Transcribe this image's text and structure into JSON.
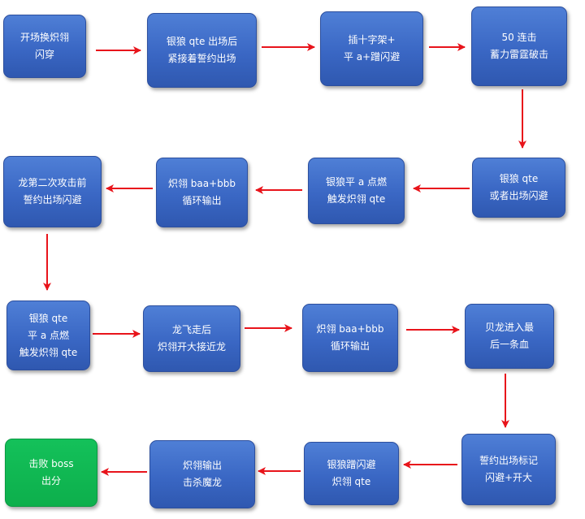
{
  "colors": {
    "node_blue": "#3a67c4",
    "node_green": "#0db14e",
    "arrow": "#e8141b"
  },
  "nodes": [
    {
      "id": "n1",
      "lines": [
        "开场换炽翎",
        "闪穿"
      ]
    },
    {
      "id": "n2",
      "lines": [
        "银狼 qte 出场后",
        "紧接着誓约出场"
      ]
    },
    {
      "id": "n3",
      "lines": [
        "插十字架+",
        "平 a+蹭闪避"
      ]
    },
    {
      "id": "n4",
      "lines": [
        "50 连击",
        "蓄力雷霆破击"
      ]
    },
    {
      "id": "n5",
      "lines": [
        "银狼 qte",
        "或者出场闪避"
      ]
    },
    {
      "id": "n6",
      "lines": [
        "银狼平 a 点燃",
        "触发炽翎 qte"
      ]
    },
    {
      "id": "n7",
      "lines": [
        "炽翎 baa+bbb",
        "循环输出"
      ]
    },
    {
      "id": "n8",
      "lines": [
        "龙第二次攻击前",
        "誓约出场闪避"
      ]
    },
    {
      "id": "n9",
      "lines": [
        "银狼 qte",
        "平 a 点燃",
        "触发炽翎 qte"
      ]
    },
    {
      "id": "n10",
      "lines": [
        "龙飞走后",
        "炽翎开大接近龙"
      ]
    },
    {
      "id": "n11",
      "lines": [
        "炽翎 baa+bbb",
        "循环输出"
      ]
    },
    {
      "id": "n12",
      "lines": [
        "贝龙进入最",
        "后一条血"
      ]
    },
    {
      "id": "n13",
      "lines": [
        "誓约出场标记",
        "闪避+开大"
      ]
    },
    {
      "id": "n14",
      "lines": [
        "银狼蹭闪避",
        "炽翎 qte"
      ]
    },
    {
      "id": "n15",
      "lines": [
        "炽翎输出",
        "击杀魔龙"
      ]
    },
    {
      "id": "n16",
      "lines": [
        "击败 boss",
        "出分"
      ]
    }
  ]
}
